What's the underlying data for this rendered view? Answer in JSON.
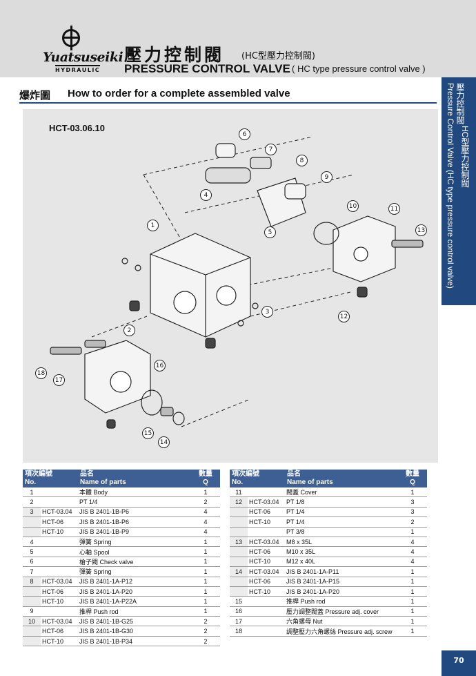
{
  "brand": {
    "name": "Yuatsuseiki",
    "sub": "HYDRAULIC"
  },
  "header": {
    "title_zh": "壓力控制閥",
    "title_zh_sub": "(HC型壓力控制閥)",
    "title_en": "PRESSURE CONTROL VALVE",
    "title_en_sub": "( HC type pressure control valve )"
  },
  "section": {
    "zh": "爆炸圖",
    "en": "How to order for a complete assembled valve"
  },
  "side_tab": {
    "zh1": "壓力控制閥",
    "en1": "Pressure Control Valve (HC type pressure control valve)",
    "zh2": "HC型壓力控制閥"
  },
  "diagram": {
    "model": "HCT-03.06.10",
    "callouts": [
      "1",
      "2",
      "3",
      "4",
      "5",
      "6",
      "7",
      "8",
      "9",
      "10",
      "11",
      "12",
      "13",
      "14",
      "15",
      "16",
      "17",
      "18"
    ]
  },
  "table_headers": {
    "no_zh": "項次編號",
    "no_en": "No.",
    "name_zh": "品名",
    "name_en": "Name of parts",
    "q_zh": "數量",
    "q_en": "Q"
  },
  "left_rows": [
    {
      "no": "1",
      "sub": "",
      "name": "本體 Body",
      "q": "1"
    },
    {
      "no": "2",
      "sub": "",
      "name": "PT 1/4",
      "q": "2"
    },
    {
      "no": "3",
      "sub": "HCT-03.04",
      "name": "JIS B 2401-1B-P6",
      "q": "4"
    },
    {
      "no": "",
      "sub": "HCT-06",
      "name": "JIS B 2401-1B-P6",
      "q": "4"
    },
    {
      "no": "",
      "sub": "HCT-10",
      "name": "JIS B 2401-1B-P9",
      "q": "4"
    },
    {
      "no": "4",
      "sub": "",
      "name": "彈簧 Spring",
      "q": "1"
    },
    {
      "no": "5",
      "sub": "",
      "name": "心軸 Spool",
      "q": "1"
    },
    {
      "no": "6",
      "sub": "",
      "name": "槍子閥 Check valve",
      "q": "1"
    },
    {
      "no": "7",
      "sub": "",
      "name": "彈簧 Spring",
      "q": "1"
    },
    {
      "no": "8",
      "sub": "HCT-03.04",
      "name": "JIS B 2401-1A-P12",
      "q": "1"
    },
    {
      "no": "",
      "sub": "HCT-06",
      "name": "JIS B 2401-1A-P20",
      "q": "1"
    },
    {
      "no": "",
      "sub": "HCT-10",
      "name": "JIS B 2401-1A-P22A",
      "q": "1"
    },
    {
      "no": "9",
      "sub": "",
      "name": "推桿 Push rod",
      "q": "1"
    },
    {
      "no": "10",
      "sub": "HCT-03.04",
      "name": "JIS B 2401-1B-G25",
      "q": "2"
    },
    {
      "no": "",
      "sub": "HCT-06",
      "name": "JIS B 2401-1B-G30",
      "q": "2"
    },
    {
      "no": "",
      "sub": "HCT-10",
      "name": "JIS B 2401-1B-P34",
      "q": "2"
    }
  ],
  "right_rows": [
    {
      "no": "11",
      "sub": "",
      "name": "閥蓋 Cover",
      "q": "1"
    },
    {
      "no": "12",
      "sub": "HCT-03.04",
      "name": "PT 1/8",
      "q": "3"
    },
    {
      "no": "",
      "sub": "HCT-06",
      "name": "PT 1/4",
      "q": "3"
    },
    {
      "no": "",
      "sub": "HCT-10",
      "name": "PT 1/4",
      "q": "2"
    },
    {
      "no": "",
      "sub": "",
      "name": "PT 3/8",
      "q": "1"
    },
    {
      "no": "13",
      "sub": "HCT-03.04",
      "name": "M8 x 35L",
      "q": "4"
    },
    {
      "no": "",
      "sub": "HCT-06",
      "name": "M10 x 35L",
      "q": "4"
    },
    {
      "no": "",
      "sub": "HCT-10",
      "name": "M12 x 40L",
      "q": "4"
    },
    {
      "no": "14",
      "sub": "HCT-03.04",
      "name": "JIS B 2401-1A-P11",
      "q": "1"
    },
    {
      "no": "",
      "sub": "HCT-06",
      "name": "JIS B 2401-1A-P15",
      "q": "1"
    },
    {
      "no": "",
      "sub": "HCT-10",
      "name": "JIS B 2401-1A-P20",
      "q": "1"
    },
    {
      "no": "15",
      "sub": "",
      "name": "推桿 Push rod",
      "q": "1"
    },
    {
      "no": "16",
      "sub": "",
      "name": "壓力調整閥蓋 Pressure adj. cover",
      "q": "1"
    },
    {
      "no": "17",
      "sub": "",
      "name": "六角螺母 Nut",
      "q": "1"
    },
    {
      "no": "18",
      "sub": "",
      "name": "調整壓力六角螺絲 Pressure adj. screw",
      "q": "1"
    }
  ],
  "page": {
    "number": "70"
  }
}
